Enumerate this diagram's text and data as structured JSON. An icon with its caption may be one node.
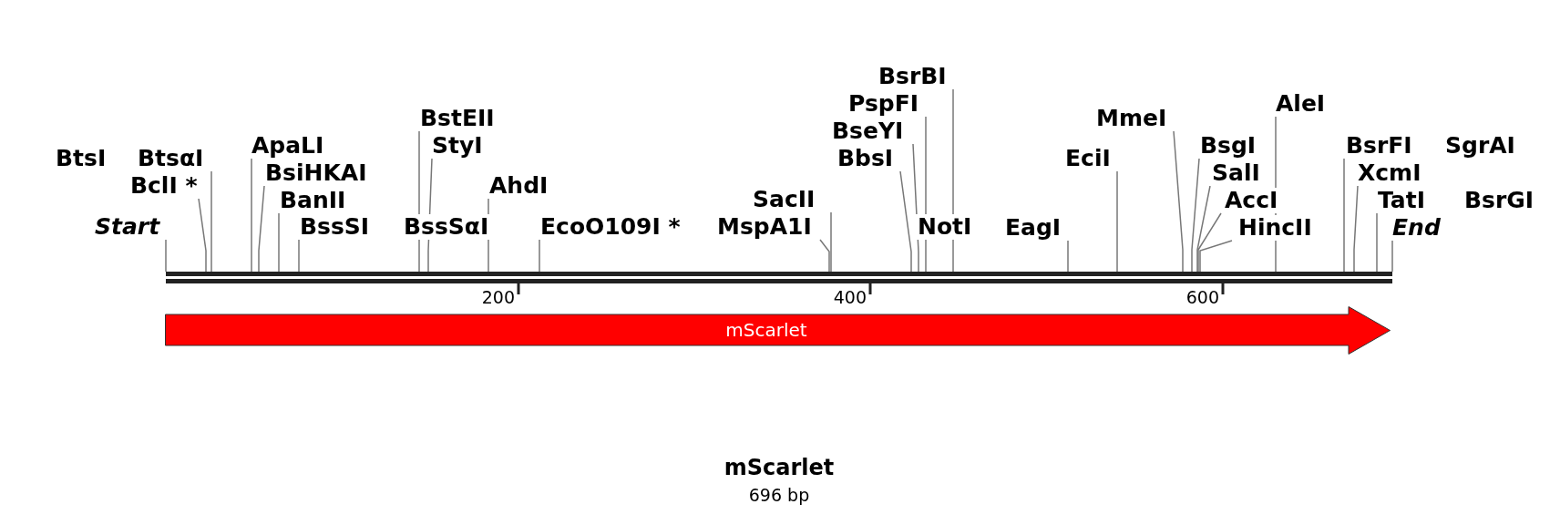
{
  "diagram": {
    "title": "mScarlet",
    "caption": "696 bp",
    "nodes": [
      {
        "text": [],
        "shape": "bar"
      },
      {
        "text": [
          "BtsαI"
        ]
      },
      {
        "text": [
          "BclI *"
        ]
      },
      {
        "text": [
          "Start"
        ]
      },
      {
        "text": [
          "ApaLI"
        ]
      },
      {
        "text": [
          "BsiHKAI"
        ]
      },
      {
        "text": [
          "BanII"
        ]
      },
      {
        "text": [
          "BssSI"
        ]
      },
      {
        "text": [
          "BstEII"
        ]
      },
      {
        "text": [
          "StyI"
        ]
      },
      {
        "text": [
          "AhdI"
        ]
      },
      {
        "text": [
          "EcoO109I *"
        ]
      },
      {
        "text": [
          "SacII"
        ]
      },
      {
        "text": [
          "MspA1I"
        ]
      },
      {
        "text": [
          "BbsI"
        ]
      },
      {
        "text": [
          "BseYI"
        ]
      },
      {
        "text": [
          "PspFI"
        ]
      },
      {
        "text": [
          "BsrBI"
        ]
      },
      {
        "text": [
          "EagI"
        ]
      },
      {
        "text": [
          "EciI"
        ]
      },
      {
        "text": [
          "MmeI"
        ]
      },
      {
        "text": [
          "BsgI"
        ]
      },
      {
        "text": [
          "SalI"
        ]
      },
      {
        "text": [
          "AccI"
        ]
      },
      {
        "text": [
          "HincII"
        ]
      },
      {
        "text": [
          "AleI"
        ]
      },
      {
        "text": [
          "BsrFI"
        ]
      },
      {
        "text": [
          "XcmI"
        ]
      },
      {
        "text": [
          "TatI"
        ]
      },
      {
        "text": [
          "End"
        ]
      },
      {
        "text": [
          "mScarlet"
        ]
      },
      {
        "text": [
          "BtsI"
        ]
      },
      {
        "text": [
          "BssSαI"
        ]
      },
      {
        "text": [
          "NotI"
        ]
      },
      {
        "text": [
          "SgrAI"
        ]
      },
      {
        "text": [
          "BsrGI"
        ]
      }
    ],
    "edges": [
      {
        "from": 1,
        "to": 0,
        "arrow": "none"
      },
      {
        "from": 2,
        "to": 0,
        "arrow": "none"
      },
      {
        "from": 3,
        "to": 0,
        "arrow": "none"
      },
      {
        "from": 4,
        "to": 0,
        "arrow": "none"
      },
      {
        "from": 5,
        "to": 0,
        "arrow": "none"
      },
      {
        "from": 6,
        "to": 0,
        "arrow": "none"
      },
      {
        "from": 7,
        "to": 0,
        "arrow": "none"
      },
      {
        "from": 8,
        "to": 0,
        "arrow": "none"
      },
      {
        "from": 9,
        "to": 0,
        "arrow": "none"
      },
      {
        "from": 10,
        "to": 0,
        "arrow": "none"
      },
      {
        "from": 11,
        "to": 0,
        "arrow": "none"
      },
      {
        "from": 12,
        "to": 0,
        "arrow": "none"
      },
      {
        "from": 13,
        "to": 0,
        "arrow": "none"
      },
      {
        "from": 14,
        "to": 0,
        "arrow": "none"
      },
      {
        "from": 15,
        "to": 0,
        "arrow": "none"
      },
      {
        "from": 16,
        "to": 0,
        "arrow": "none"
      },
      {
        "from": 17,
        "to": 0,
        "arrow": "none"
      },
      {
        "from": 18,
        "to": 0,
        "arrow": "none"
      },
      {
        "from": 19,
        "to": 0,
        "arrow": "none"
      },
      {
        "from": 20,
        "to": 0,
        "arrow": "none"
      },
      {
        "from": 21,
        "to": 0,
        "arrow": "none"
      },
      {
        "from": 22,
        "to": 0,
        "arrow": "none"
      },
      {
        "from": 23,
        "to": 0,
        "arrow": "none"
      },
      {
        "from": 24,
        "to": 0,
        "arrow": "none"
      },
      {
        "from": 25,
        "to": 0,
        "arrow": "none"
      },
      {
        "from": 26,
        "to": 0,
        "arrow": "none"
      },
      {
        "from": 27,
        "to": 0,
        "arrow": "none"
      },
      {
        "from": 28,
        "to": 0,
        "arrow": "none"
      },
      {
        "from": 29,
        "to": 0,
        "arrow": "none"
      }
    ],
    "labels": [
      "200",
      "400",
      "600"
    ]
  }
}
